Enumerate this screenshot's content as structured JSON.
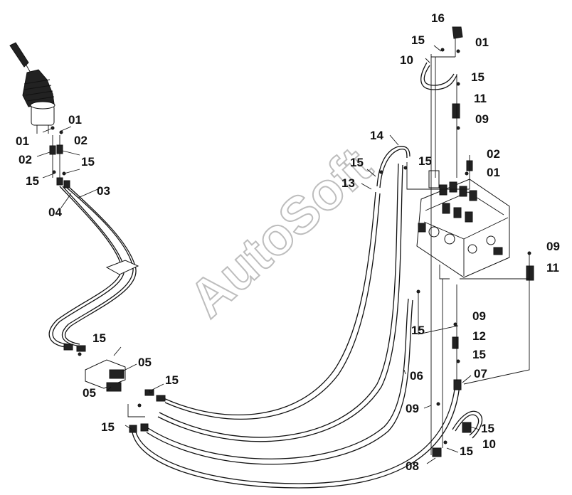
{
  "watermark": "AutoSoft",
  "callouts": [
    {
      "id": "c1",
      "text": "16"
    },
    {
      "id": "c2",
      "text": "15"
    },
    {
      "id": "c3",
      "text": "01"
    },
    {
      "id": "c4",
      "text": "10"
    },
    {
      "id": "c5",
      "text": "15"
    },
    {
      "id": "c6",
      "text": "11"
    },
    {
      "id": "c7",
      "text": "09"
    },
    {
      "id": "c8",
      "text": "14"
    },
    {
      "id": "c9",
      "text": "15"
    },
    {
      "id": "c10",
      "text": "15"
    },
    {
      "id": "c11",
      "text": "02"
    },
    {
      "id": "c12",
      "text": "01"
    },
    {
      "id": "c13",
      "text": "13"
    },
    {
      "id": "c14",
      "text": "01"
    },
    {
      "id": "c15",
      "text": "01"
    },
    {
      "id": "c16",
      "text": "02"
    },
    {
      "id": "c17",
      "text": "02"
    },
    {
      "id": "c18",
      "text": "15"
    },
    {
      "id": "c19",
      "text": "15"
    },
    {
      "id": "c20",
      "text": "03"
    },
    {
      "id": "c21",
      "text": "04"
    },
    {
      "id": "c22",
      "text": "09"
    },
    {
      "id": "c23",
      "text": "11"
    },
    {
      "id": "c24",
      "text": "15"
    },
    {
      "id": "c25",
      "text": "09"
    },
    {
      "id": "c26",
      "text": "12"
    },
    {
      "id": "c27",
      "text": "15"
    },
    {
      "id": "c28",
      "text": "15"
    },
    {
      "id": "c29",
      "text": "05"
    },
    {
      "id": "c30",
      "text": "15"
    },
    {
      "id": "c31",
      "text": "05"
    },
    {
      "id": "c32",
      "text": "06"
    },
    {
      "id": "c33",
      "text": "07"
    },
    {
      "id": "c34",
      "text": "09"
    },
    {
      "id": "c35",
      "text": "15"
    },
    {
      "id": "c36",
      "text": "15"
    },
    {
      "id": "c37",
      "text": "10"
    },
    {
      "id": "c38",
      "text": "15"
    },
    {
      "id": "c39",
      "text": "08"
    }
  ]
}
